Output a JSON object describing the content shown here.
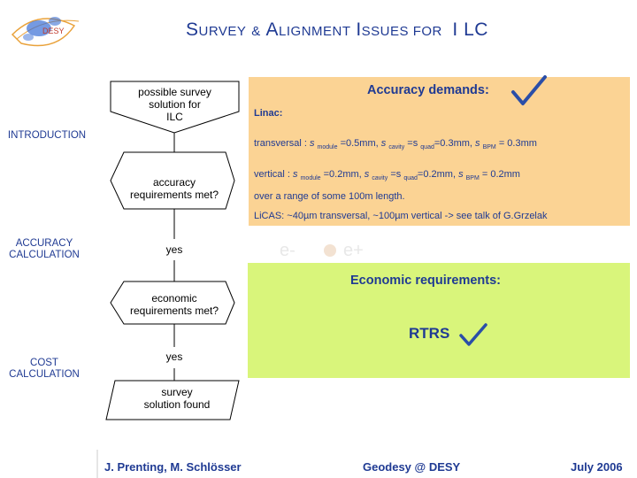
{
  "header": {
    "title_cap1": "S",
    "title_rest1": "URVEY",
    "title_amp": "&",
    "title_cap2": "A",
    "title_rest2": "LIGNMENT",
    "title_cap3": "I",
    "title_rest3": "SSUES FOR",
    "title_end": "I LC",
    "logo_text": "DESY"
  },
  "sidebar": {
    "introduction": "INTRODUCTION",
    "accuracy_line1": "ACCURACY",
    "accuracy_line2": "CALCULATION",
    "cost_line1": "COST",
    "cost_line2": "CALCULATION"
  },
  "flow": {
    "start_line1": "possible survey",
    "start_line2": "solution for",
    "start_line3": "ILC",
    "decision1_line1": "accuracy",
    "decision1_line2": "requirements met?",
    "yes1": "yes",
    "decision2_line1": "economic",
    "decision2_line2": "requirements met?",
    "yes2": "yes",
    "end_line1": "survey",
    "end_line2": "solution found"
  },
  "accuracy_panel": {
    "title": "Accuracy demands:",
    "linac": "Linac:",
    "trans_prefix": "transversal :",
    "trans_s1": "s",
    "trans_sub1": "module",
    "trans_v1": "=0.5mm,",
    "trans_s2": "s",
    "trans_sub2": "cavity",
    "trans_eq": "=s",
    "trans_sub3": "quad",
    "trans_v2": "=0.3mm,",
    "trans_s4": "s",
    "trans_sub4": "BPM",
    "trans_v3": "= 0.3mm",
    "vert_prefix": "vertical :",
    "vert_s1": "s",
    "vert_sub1": "module",
    "vert_v1": "=0.2mm,",
    "vert_s2": "s",
    "vert_sub2": "cavity",
    "vert_eq": "=s",
    "vert_sub3": "quad",
    "vert_v2": "=0.2mm,",
    "vert_s4": "s",
    "vert_sub4": "BPM",
    "vert_v3": "= 0.2mm",
    "range": "over a range of some 100m length.",
    "licas": "LiCAS: ~40µm transversal, ~100µm vertical -> see talk of G.Grzelak"
  },
  "background_text": {
    "e_minus": "e-",
    "e_plus": "e+"
  },
  "economic_panel": {
    "title": "Economic requirements:",
    "rtrs": "RTRS"
  },
  "footer": {
    "authors": "J. Prenting, M. Schlösser",
    "center": "Geodesy @ DESY",
    "date": "July 2006"
  },
  "colors": {
    "title_blue": "#1f3a93",
    "orange_panel": "#fbd394",
    "green_panel": "#d9f57b",
    "check_blue": "#2a4ea8"
  }
}
